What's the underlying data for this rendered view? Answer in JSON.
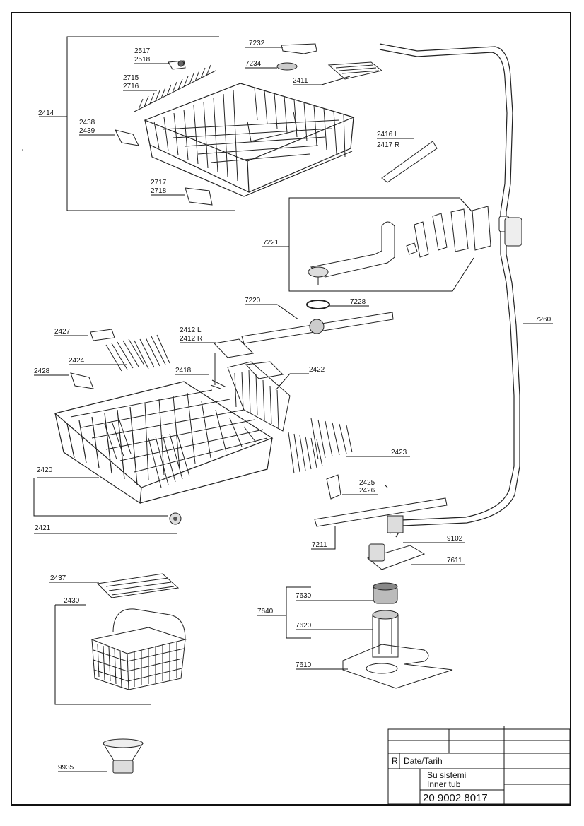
{
  "parts": {
    "p2414": "2414",
    "p2517": "2517",
    "p2518": "2518",
    "p2715": "2715",
    "p2716": "2716",
    "p2438": "2438",
    "p2439": "2439",
    "p2717": "2717",
    "p2718": "2718",
    "p7232": "7232",
    "p7234": "7234",
    "p2411": "2411",
    "p2416": "2416 L",
    "p2417": "2417 R",
    "p7221": "7221",
    "p7220": "7220",
    "p7228": "7228",
    "p7260": "7260",
    "p2427": "2427",
    "p2412l": "2412 L",
    "p2412r": "2412 R",
    "p2424": "2424",
    "p2428": "2428",
    "p2418": "2418",
    "p2422": "2422",
    "p2423": "2423",
    "p2420": "2420",
    "p2425": "2425",
    "p2426": "2426",
    "p2421": "2421",
    "p7211": "7211",
    "p9102": "9102",
    "p7611": "7611",
    "p2437": "2437",
    "p2430": "2430",
    "p7630": "7630",
    "p7640": "7640",
    "p7620": "7620",
    "p7610": "7610",
    "p9935": "9935"
  },
  "title_block": {
    "revision_label": "R",
    "date_label": "Date/Tarih",
    "title_tr": "Su sistemi",
    "title_en": "Inner tub",
    "document_number": "20 9002 8017"
  }
}
